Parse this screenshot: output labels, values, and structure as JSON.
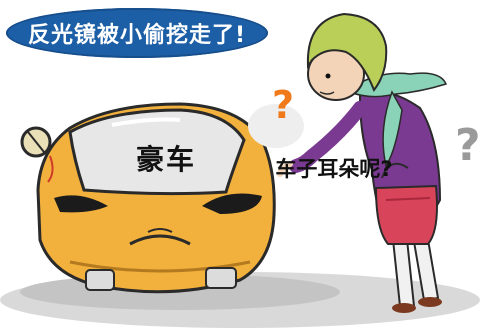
{
  "banner": {
    "text": "反光镜被小偷挖走了!"
  },
  "car": {
    "label": "豪车"
  },
  "speech": {
    "text": "车子耳朵呢?"
  },
  "icons": [
    "question-mark-icon",
    "question-mark-icon"
  ],
  "colors": {
    "banner": "#1d5fa6",
    "car_body": "#f2b03c",
    "question_orange": "#f07a1a",
    "question_gray": "#9a9a9a",
    "scarf": "#8ad2b8",
    "coat": "#7b3a92",
    "bag": "#d8445a"
  }
}
